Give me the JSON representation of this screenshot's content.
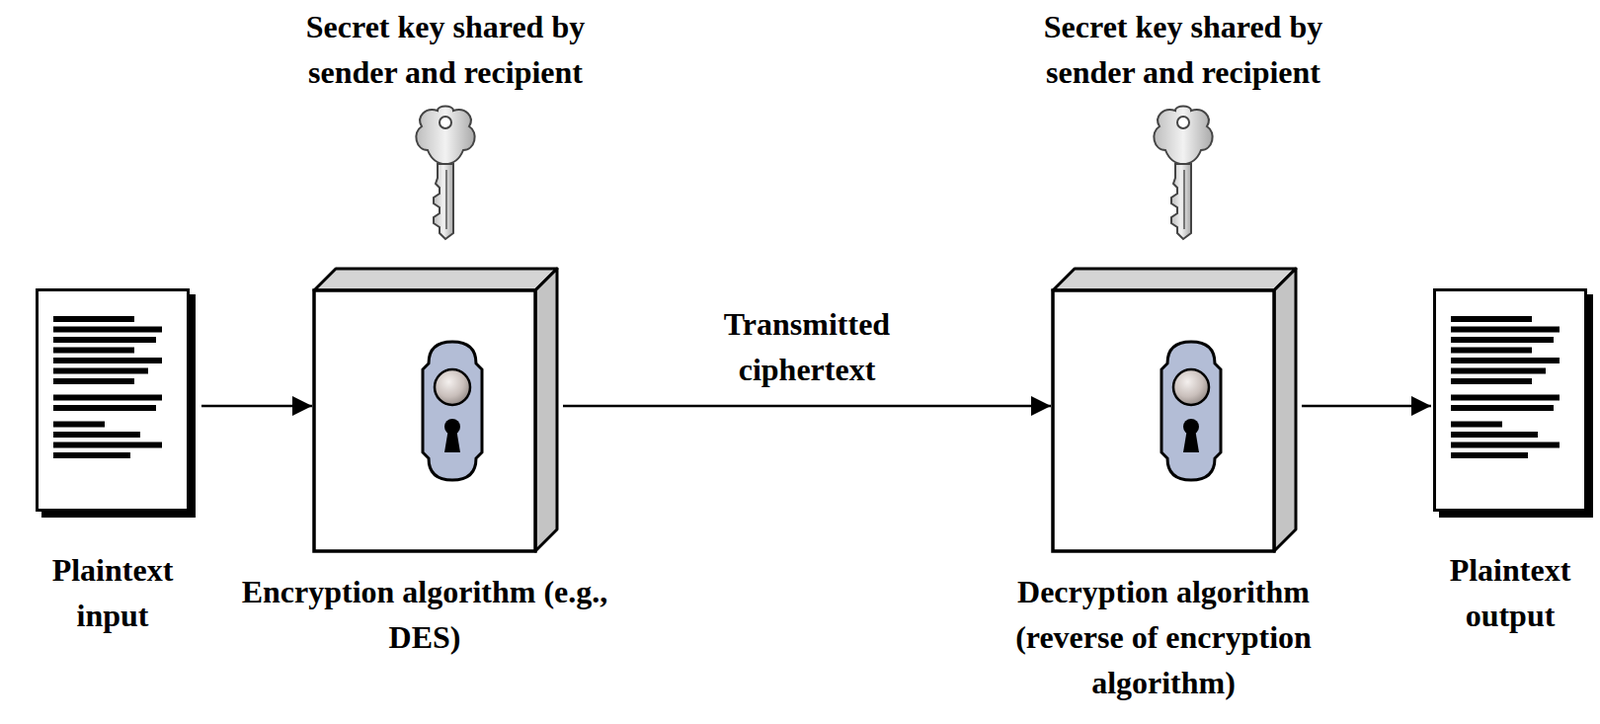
{
  "diagram": {
    "nodes": [
      {
        "text": [
          "Plaintext input"
        ]
      },
      {
        "text": [
          "Encryption algorithm (e.g., DES)"
        ]
      },
      {
        "text": [
          "Decryption algorithm (reverse of encryption algorithm)"
        ]
      },
      {
        "text": [
          "Plaintext output"
        ]
      }
    ],
    "edges": [
      {
        "from": 0,
        "to": 1,
        "arrow": "to"
      },
      {
        "from": 1,
        "to": 2,
        "label": "Transmitted ciphertext",
        "arrow": "to"
      },
      {
        "from": 2,
        "to": 3,
        "arrow": "to"
      }
    ],
    "labels": [
      "Secret key shared by sender and recipient",
      "Secret key shared by sender and recipient"
    ]
  }
}
